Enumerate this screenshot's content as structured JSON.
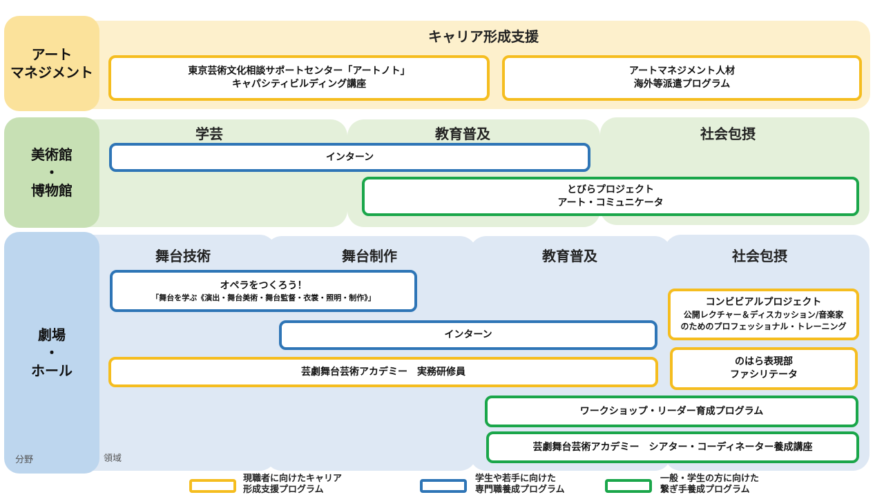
{
  "art_management": {
    "side_label": "アート\nマネジメント",
    "header": "キャリア形成支援",
    "boxes": [
      {
        "line1": "東京芸術文化相談サポートセンター「アートノト」",
        "line2": "キャパシティビルディング講座"
      },
      {
        "line1": "アートマネジメント人材",
        "line2": "海外等派遣プログラム"
      }
    ]
  },
  "museum": {
    "side_label": "美術館\n・\n博物館",
    "columns": [
      "学芸",
      "教育普及",
      "社会包摂"
    ],
    "boxes": [
      {
        "line1": "インターン"
      },
      {
        "line1": "とびらプロジェクト",
        "line2": "アート・コミュニケータ"
      }
    ]
  },
  "theater": {
    "side_label": "劇場\n・\nホール",
    "columns": [
      "舞台技術",
      "舞台制作",
      "教育普及",
      "社会包摂"
    ],
    "boxes": [
      {
        "line1": "オペラをつくろう！",
        "line2": "「舞台を学ぶ《演出・舞台美術・舞台監督・衣裳・照明・制作》」"
      },
      {
        "line1": "インターン"
      },
      {
        "line1": "芸劇舞台芸術アカデミー　実務研修員"
      },
      {
        "line1": "コンビビアルプロジェクト",
        "line2": "公開レクチャー＆ディスカッション/音楽家",
        "line3": "のためのプロフェッショナル・トレーニング"
      },
      {
        "line1": "のはら表現部",
        "line2": "ファシリテータ"
      },
      {
        "line1": "ワークショップ・リーダー育成プログラム"
      },
      {
        "line1": "芸劇舞台芸術アカデミー　シアター・コーディネーター養成講座"
      }
    ],
    "corner_field": "分野",
    "corner_area": "領域"
  },
  "legend": [
    {
      "color": "#f5bd1f",
      "text": "現職者に向けたキャリア\n形成支援プログラム"
    },
    {
      "color": "#2e75b6",
      "text": "学生や若手に向けた\n専門職養成プログラム"
    },
    {
      "color": "#1aa64a",
      "text": "一般・学生の方に向けた\n繋ぎ手養成プログラム"
    }
  ],
  "colors": {
    "art_band": "#fdf0cc",
    "art_side": "#fbe29b",
    "museum_band": "#e4f0da",
    "museum_side": "#c7e0b4",
    "theater_band": "#dee8f4",
    "theater_side": "#bdd6ee",
    "yellow_border": "#f5bd1f",
    "blue_border": "#2e75b6",
    "green_border": "#1aa64a"
  }
}
